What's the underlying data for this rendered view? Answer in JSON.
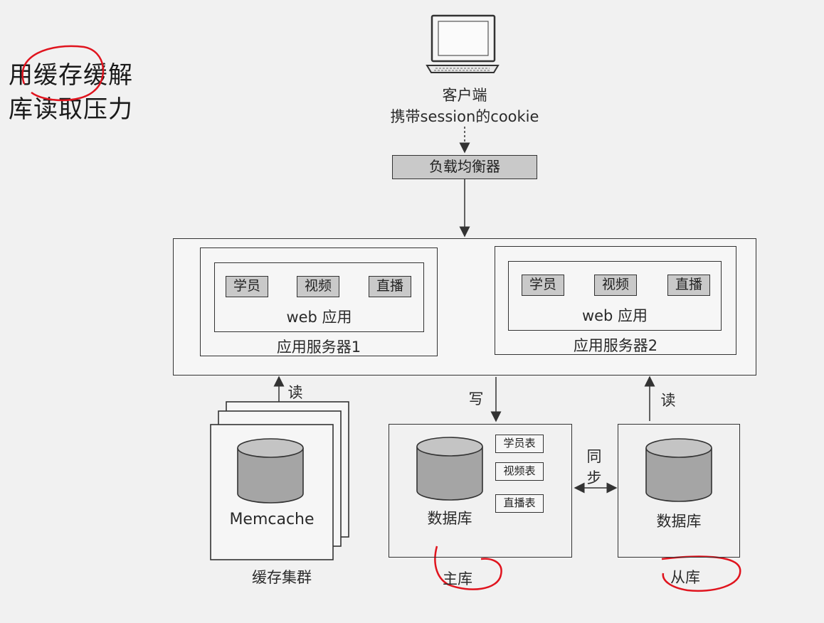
{
  "note": {
    "line1": "用缓存缓解",
    "line2": "库读取压力"
  },
  "client": {
    "title": "客户端",
    "subtitle": "携带session的cookie"
  },
  "load_balancer": {
    "label": "负载均衡器"
  },
  "app_servers": [
    {
      "label": "应用服务器1",
      "app_label": "web 应用",
      "modules": [
        "学员",
        "视频",
        "直播"
      ]
    },
    {
      "label": "应用服务器2",
      "app_label": "web 应用",
      "modules": [
        "学员",
        "视频",
        "直播"
      ]
    }
  ],
  "cache": {
    "label": "Memcache",
    "caption": "缓存集群",
    "arrow_label": "读"
  },
  "master_db": {
    "label": "数据库",
    "caption": "主库",
    "arrow_label": "写",
    "tables": [
      "学员表",
      "视频表",
      "直播表"
    ]
  },
  "sync": {
    "line1": "同",
    "line2": "步"
  },
  "slave_db": {
    "label": "数据库",
    "caption": "从库",
    "arrow_label": "读"
  },
  "colors": {
    "annotation": "#e0141e",
    "tag_fill": "#c9c9c9",
    "line": "#333333"
  }
}
